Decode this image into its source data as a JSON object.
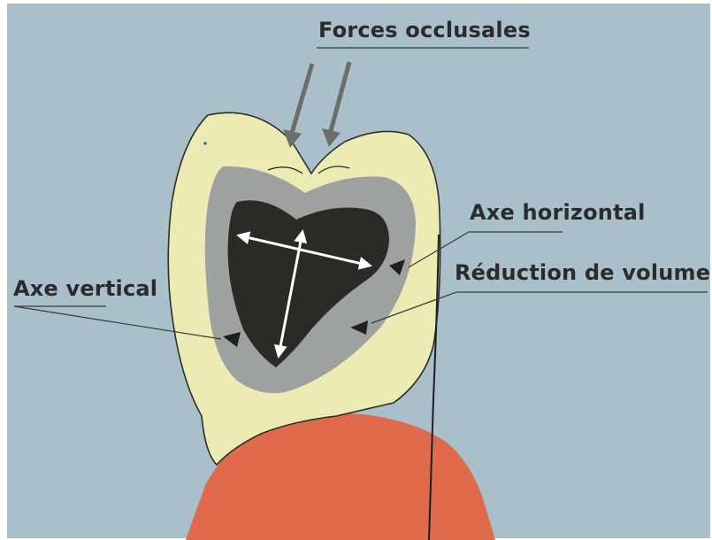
{
  "labels": {
    "forces_occlusales": "Forces occlusales",
    "axe_horizontal": "Axe horizontal",
    "reduction_de_volume": "Réduction de volume",
    "axe_vertical": "Axe vertical"
  },
  "colors": {
    "background": "#a9bfc9",
    "enamel": "#ecebb4",
    "dentin_halo": "#9fa1a0",
    "pulp": "#2a2a27",
    "gingiva": "#e06a4c",
    "outline": "#2e2e2a",
    "arrow_white": "#ffffff",
    "label_text": "#2b2b2b"
  }
}
